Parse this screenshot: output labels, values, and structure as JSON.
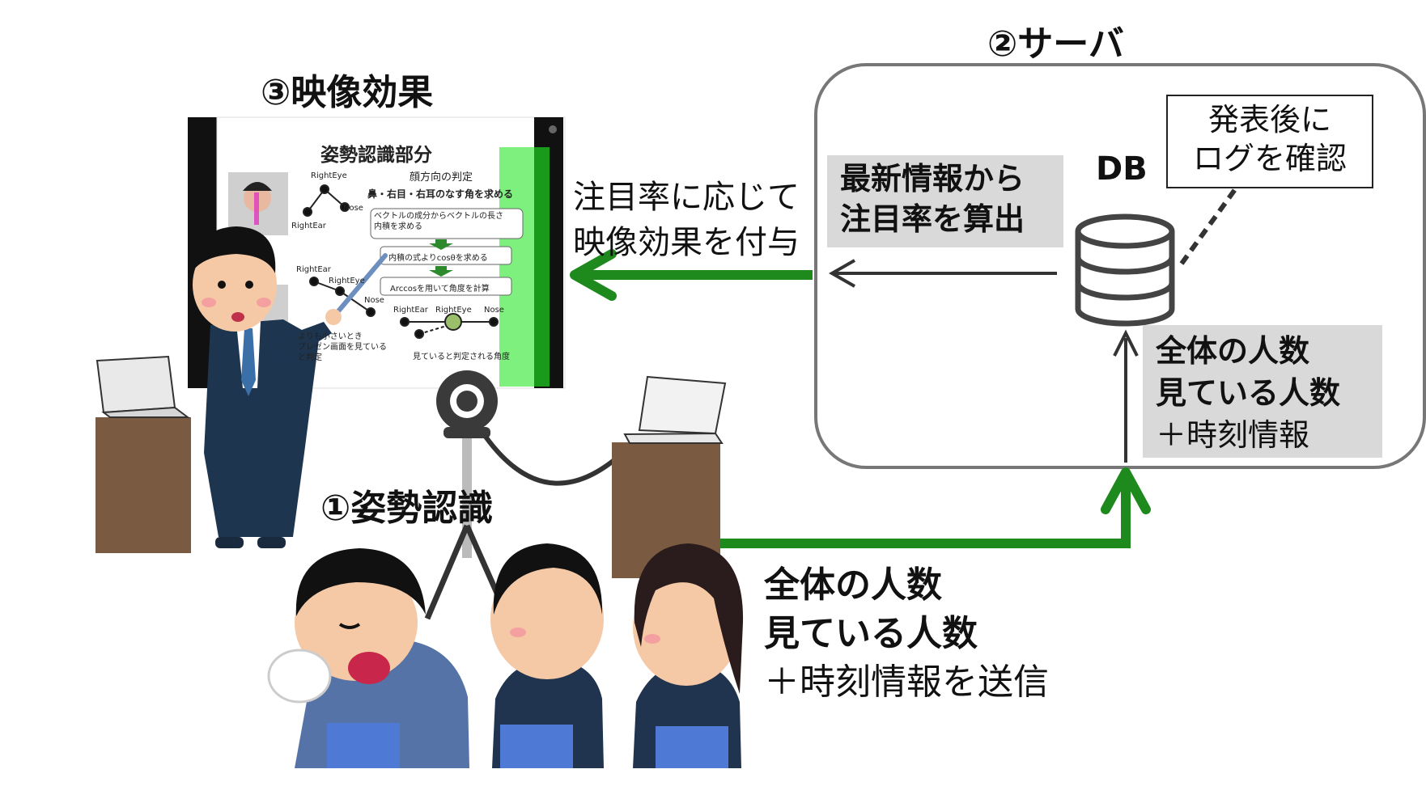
{
  "labels": {
    "effect_title": "③映像効果",
    "server_title": "②サーバ",
    "pose_title": "①姿勢認識",
    "db_label": "DB",
    "log_box": "発表後に\nログを確認",
    "attention_box": "最新情報から\n注目率を算出",
    "effect_caption": "注目率に応じて\n映像効果を付与",
    "db_input_line1": "全体の人数",
    "db_input_line2": "見ている人数",
    "db_input_line3": "＋時刻情報",
    "send_line1": "全体の人数",
    "send_line2": "見ている人数",
    "send_line3": "＋時刻情報を送信"
  },
  "slide": {
    "title": "姿勢認識部分",
    "section": "顔方向の判定",
    "subtitle": "鼻・右目・右耳のなす角を求める",
    "step1": "ベクトルの成分からベクトルの長さ\n内積を求める",
    "step2": "内積の式よりcosθを求める",
    "step3": "Arccosを用いて角度を計算",
    "kp_right_eye": "RightEye",
    "kp_right_ear": "RightEar",
    "kp_nose": "Nose",
    "kp2_right_ear": "RightEar",
    "kp2_right_eye": "RightEye",
    "kp2_nose": "Nose",
    "kp3_right_ear": "RightEar",
    "kp3_right_eye": "RightEye",
    "kp3_nose": "Nose",
    "note": "よりも小さいとき\nプレゼン画面を見ている\nと判定",
    "footer": "見ていると判定される角度"
  },
  "colors": {
    "green_arrow": "#1e8a1e",
    "attention_bar": "#7ef07e",
    "attention_bar_dark": "#1a9a1a",
    "box_gray": "#d9d9d9",
    "desk": "#7a5a40"
  }
}
